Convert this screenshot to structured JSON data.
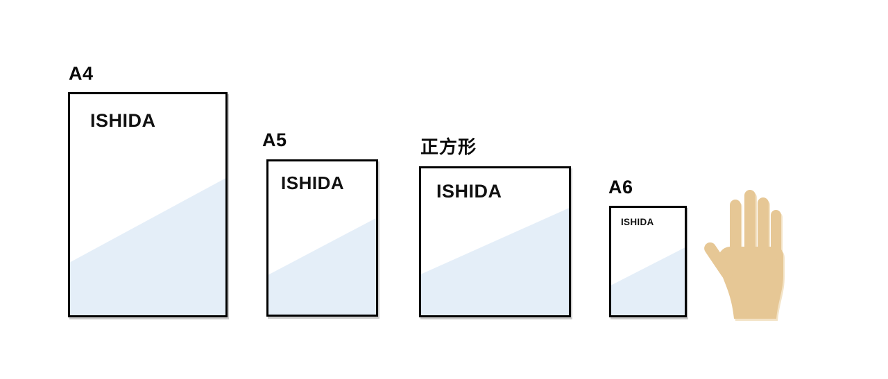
{
  "diagram": {
    "description_type": "paper-size-comparison",
    "papers": [
      {
        "label": "A4",
        "brand": "ISHIDA"
      },
      {
        "label": "A5",
        "brand": "ISHIDA"
      },
      {
        "label": "正方形",
        "brand": "ISHIDA"
      },
      {
        "label": "A6",
        "brand": "ISHIDA"
      }
    ]
  },
  "papers": [
    {
      "label": "A4",
      "brand": "ISHIDA"
    },
    {
      "label": "A5",
      "brand": "ISHIDA"
    },
    {
      "label": "正方形",
      "brand": "ISHIDA"
    },
    {
      "label": "A6",
      "brand": "ISHIDA"
    }
  ],
  "hand": {
    "color": "#e6c795"
  },
  "colors": {
    "paper_border": "#000000",
    "paper_fill": "#ffffff",
    "diagonal_fill": "#e4eef8",
    "shadow": "#cbcbcb",
    "label_text": "#0a0a0a"
  }
}
